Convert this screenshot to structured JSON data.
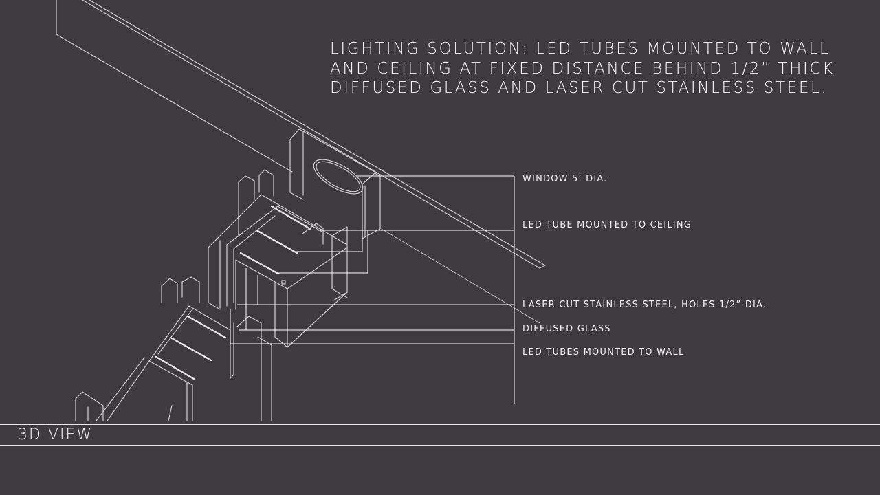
{
  "title_lines": [
    "LIGHTING SOLUTION: LED TUBES MOUNTED TO WALL",
    "AND CEILING AT FIXED DISTANCE BEHIND 1/2” THICK",
    "DIFFUSED GLASS AND LASER CUT STAINLESS STEEL."
  ],
  "callouts": {
    "window": "WINDOW 5’ DIA.",
    "led_ceiling": "LED TUBE MOUNTED TO CEILING",
    "laser_steel": "LASER CUT STAINLESS STEEL, HOLES 1/2” DIA.",
    "diffused_glass": "DIFFUSED GLASS",
    "led_wall": "LED TUBES MOUNTED TO WALL"
  },
  "view_label": "3D VIEW",
  "colors": {
    "background": "#3d3b3e",
    "linework": "#d9d9d9",
    "text": "#f2f2f2"
  }
}
